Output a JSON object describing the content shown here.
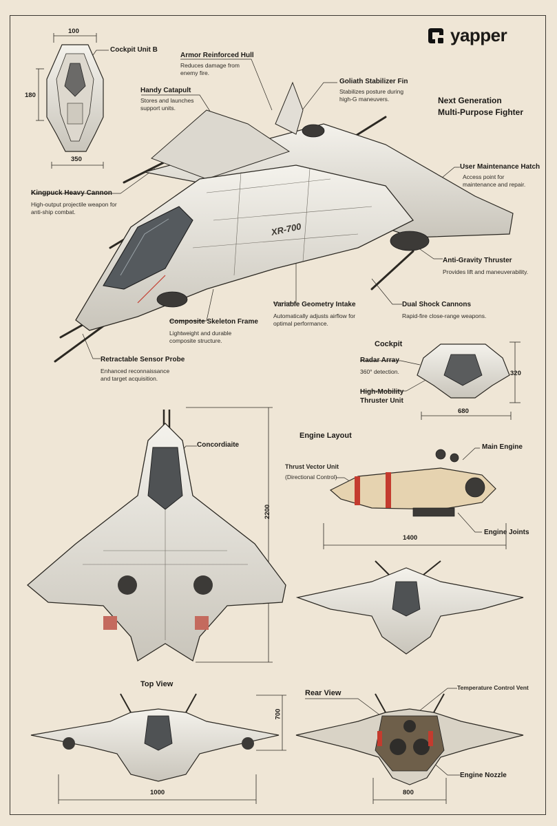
{
  "brand": {
    "name": "yapper",
    "icon": "yapper-logo-icon"
  },
  "heading": {
    "line1": "Next Generation",
    "line2": "Multi-Purpose Fighter"
  },
  "callouts": {
    "cockpit_unit": {
      "title": "Cockpit Unit B"
    },
    "armor_hull": {
      "title": "Armor Reinforced Hull",
      "desc": "Reduces damage from enemy fire."
    },
    "goliath_fin": {
      "title": "Goliath Stabilizer Fin",
      "desc": "Stabilizes posture during high-G maneuvers."
    },
    "handy_catapult": {
      "title": "Handy Catapult",
      "desc": "Stores and launches support units."
    },
    "user_hatch": {
      "title": "User Maintenance Hatch",
      "desc": "Access point for maintenance and repair."
    },
    "kingpuck_cannon": {
      "title": "Kingpuck Heavy Cannon",
      "desc": "High-output projectile weapon for anti-ship combat."
    },
    "anti_gravity": {
      "title": "Anti-Gravity Thruster",
      "desc": "Provides lift and maneuverability."
    },
    "variable_intake": {
      "title": "Variable Geometry Intake",
      "desc": "Automatically adjusts airflow for optimal performance."
    },
    "dual_shock": {
      "title": "Dual Shock Cannons",
      "desc": "Rapid-fire close-range weapons."
    },
    "composite_frame": {
      "title": "Composite Skeleton Frame",
      "desc": "Lightweight and durable composite structure."
    },
    "sensor_probe": {
      "title": "Retractable Sensor Probe",
      "desc": "Enhanced reconnaissance and target acquisition."
    },
    "radar_array": {
      "title": "Radar Array",
      "desc": "360° detection."
    },
    "mobility_thruster": {
      "title": "High-Mobility Thruster Unit"
    },
    "concordiaite": {
      "title": "Concordiaite"
    },
    "thrust_vector": {
      "title": "Thrust Vector Unit",
      "desc": "(Directional Control)"
    },
    "main_engine": {
      "title": "Main Engine"
    },
    "engine_joints": {
      "title": "Engine Joints"
    },
    "temp_vent": {
      "title": "Temperature Control Vent"
    },
    "engine_nozzle": {
      "title": "Engine Nozzle"
    }
  },
  "sections": {
    "cockpit": "Cockpit",
    "engine_layout": "Engine Layout",
    "top_view": "Top View",
    "rear_view": "Rear View"
  },
  "dimensions": {
    "cockpit_width": "100",
    "cockpit_height": "180",
    "cockpit_base": "350",
    "cockpit_detail_height": "320",
    "cockpit_detail_width": "680",
    "top_length": "2200",
    "engine_length": "1400",
    "front_height": "700",
    "front_width": "1000",
    "rear_width": "800"
  },
  "colors": {
    "paper": "#efe6d6",
    "ink": "#1c1a17",
    "hull": "#e9e6df",
    "accent": "#c43b2e"
  }
}
